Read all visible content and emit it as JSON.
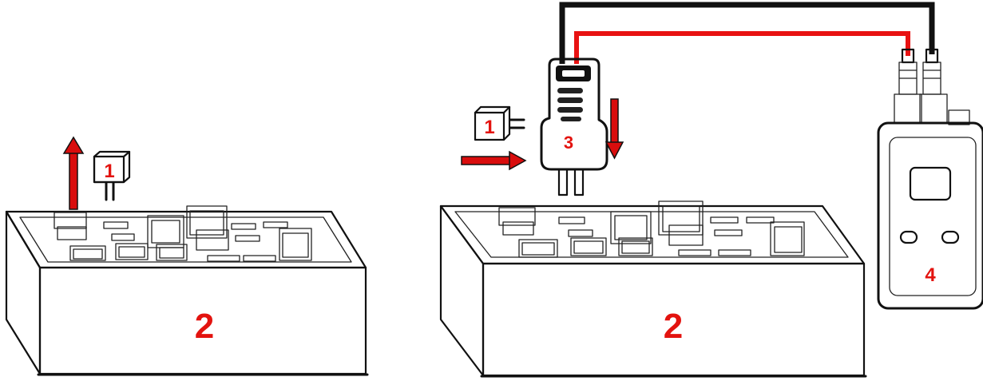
{
  "labels": {
    "part_1_left": "1",
    "part_1_right": "1",
    "part_2_left": "2",
    "part_2_right": "2",
    "part_3": "3",
    "part_4": "4"
  },
  "colors": {
    "accent": "#e3130f",
    "line": "#111111",
    "background": "#ffffff"
  },
  "icons": [
    "up-arrow-icon",
    "right-arrow-icon",
    "down-arrow-icon"
  ]
}
